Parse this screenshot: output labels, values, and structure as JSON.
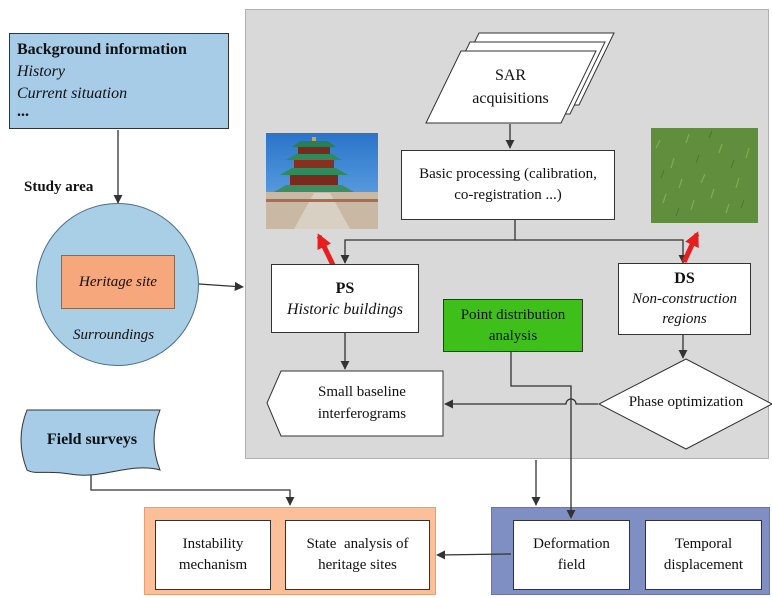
{
  "background": {
    "title": "Background information",
    "line1": "History",
    "line2": "Current situation",
    "more": "..."
  },
  "study_area": {
    "label": "Study area",
    "site": "Heritage site",
    "surroundings": "Surroundings"
  },
  "sar": {
    "label": "SAR acquisitions"
  },
  "basic": {
    "line1": "Basic processing (calibration,",
    "line2": "co-registration ...)"
  },
  "ps": {
    "title": "PS",
    "subtitle": "Historic buildings"
  },
  "ds": {
    "title": "DS",
    "subtitle1": "Non-construction",
    "subtitle2": "regions"
  },
  "point_dist": {
    "line1": "Point distribution",
    "line2": "analysis"
  },
  "sbas": {
    "line1": "Small baseline",
    "line2": "interferograms"
  },
  "phase": {
    "label": "Phase optimization"
  },
  "field": {
    "label": "Field surveys"
  },
  "instability": {
    "line1": "Instability",
    "line2": "mechanism"
  },
  "state": {
    "line1": "State  analysis of",
    "line2": "heritage sites"
  },
  "deformation": {
    "line1": "Deformation",
    "line2": "field"
  },
  "temporal": {
    "line1": "Temporal",
    "line2": "displacement"
  },
  "colors": {
    "panel": "#d9d9d9",
    "background_box": "#a6cce8",
    "heritage_circle": "#a9cfe7",
    "heritage_site": "#f6a77c",
    "point_dist": "#3fbf1a",
    "results_panel": "#fbc09a",
    "output_panel": "#7f8fc4",
    "red_arrow": "#e81e1e"
  }
}
